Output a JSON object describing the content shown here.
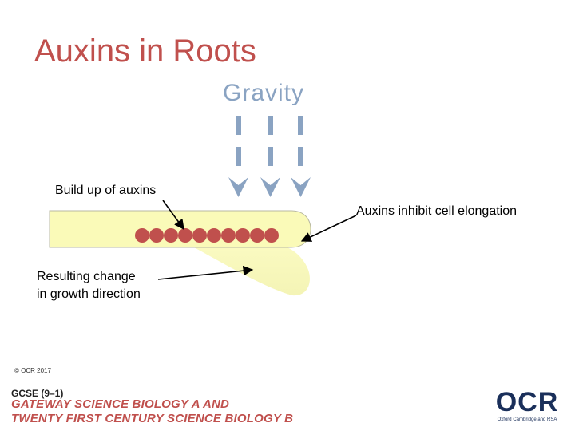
{
  "title": "Auxins in Roots",
  "gravity_label": "Gravity",
  "labels": {
    "build_up": "Build up of auxins",
    "inhibit": "Auxins inhibit cell elongation",
    "result_line1": "Resulting change",
    "result_line2": "in growth direction"
  },
  "copyright": "© OCR 2017",
  "footer": {
    "gcse": "GCSE (9–1)",
    "line1": "GATEWAY SCIENCE BIOLOGY A AND",
    "line2": "TWENTY FIRST CENTURY SCIENCE BIOLOGY B",
    "logo": "OCR",
    "logo_sub": "Oxford Cambridge and RSA"
  },
  "colors": {
    "title": "#c0504d",
    "gravity": "#8aa3c2",
    "root": "#fafab8",
    "auxin": "#c0504d"
  }
}
